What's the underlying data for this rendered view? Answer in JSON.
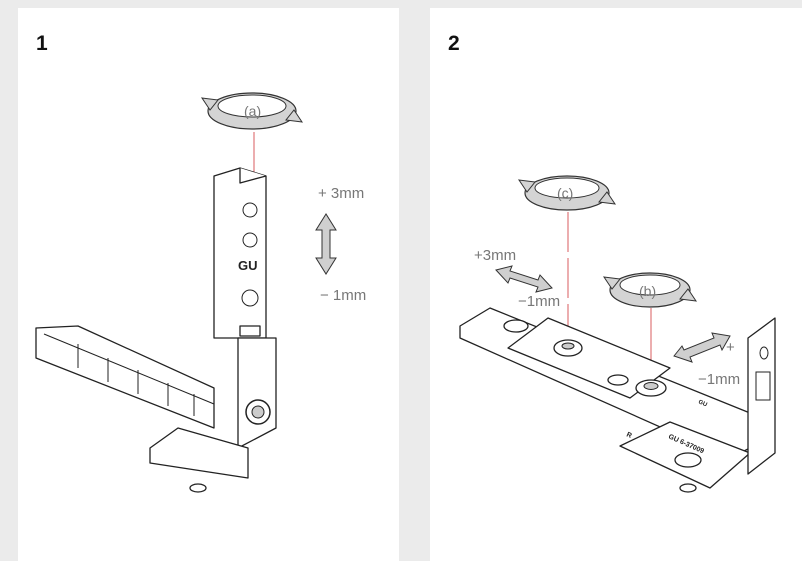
{
  "panels": [
    {
      "step": "1",
      "rotation_label": "(a)",
      "adjust_plus": "+ 3mm",
      "adjust_minus": "− 1mm",
      "brand_mark": "GU"
    },
    {
      "step": "2",
      "rotation_c_label": "(c)",
      "rotation_b_label": "(b)",
      "adjust_c_plus": "+3mm",
      "adjust_c_minus": "−1mm",
      "adjust_b_plus": "+",
      "adjust_b_minus": "−1mm",
      "plate_markings": [
        "GU 6-37009",
        "R",
        "GU"
      ]
    }
  ],
  "colors": {
    "background": "#ebebeb",
    "panel": "#ffffff",
    "guide_line": "#e0777a",
    "arrow_fill": "#cfcfcf",
    "label_gray": "#777777"
  },
  "icons": [
    "rotate-arrow-icon",
    "double-arrow-icon"
  ]
}
